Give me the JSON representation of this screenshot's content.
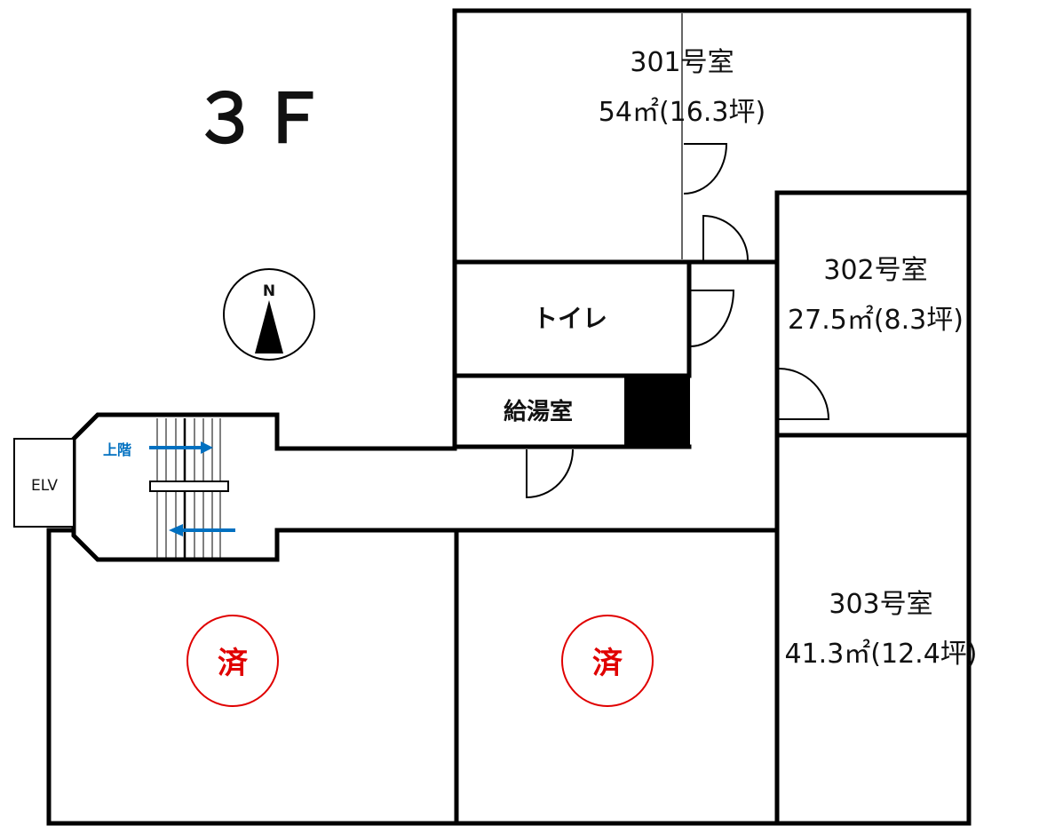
{
  "floor_label": "３Ｆ",
  "compass": {
    "label": "N"
  },
  "rooms": {
    "r301": {
      "name": "301号室",
      "area": "54㎡(16.3坪)"
    },
    "r302": {
      "name": "302号室",
      "area": "27.5㎡(8.3坪)"
    },
    "r303": {
      "name": "303号室",
      "area": "41.3㎡(12.4坪)"
    },
    "toilet": {
      "name": "トイレ"
    },
    "kitchenette": {
      "name": "給湯室"
    },
    "elevator": {
      "name": "ELV"
    }
  },
  "stairs": {
    "label": "上階",
    "arrow_color": "#0070C0"
  },
  "occupied": {
    "mark": "済",
    "color": "#E00000"
  }
}
